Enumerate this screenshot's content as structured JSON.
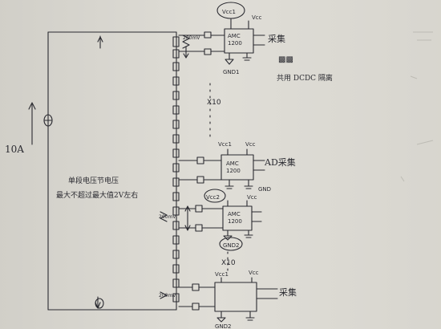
{
  "chip": {
    "name_line1": "AMC",
    "name_line2": "1200"
  },
  "labels": {
    "vcc1": "Vcc1",
    "vcc": "Vcc",
    "gnd": "GND",
    "gnd1": "GND1",
    "gnd2": "GND2",
    "vcc2": "Vcc2",
    "times10": "X10",
    "res_top": "200mV",
    "res_mid": "200mV",
    "res_bottom": "200mV"
  },
  "notes": {
    "right_top_1": "采集",
    "right_top_2": "共用 DCDC 隔离",
    "right_mid": "AD采集",
    "right_bottom": "采集",
    "left_current": "10A",
    "left_center_1": "单段电压节电压",
    "left_center_2": "最大不超过最大值2V左右"
  }
}
